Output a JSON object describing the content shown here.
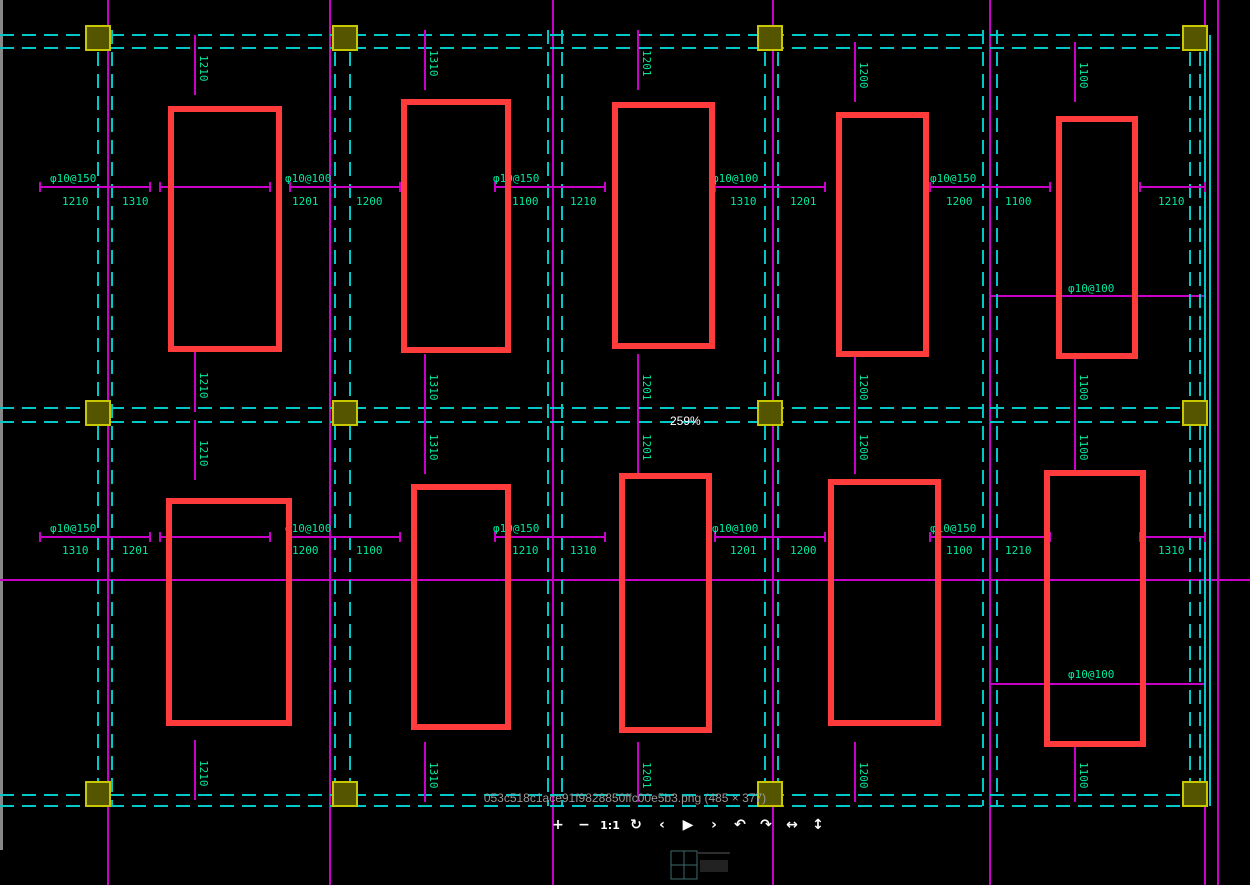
{
  "viewer": {
    "zoom_label": "259%",
    "file_caption": "053c518c1ace91f9828850ffc00e5b3.png (485 × 377)",
    "toolbar": [
      {
        "name": "zoom-in-button",
        "glyph": "+"
      },
      {
        "name": "zoom-out-button",
        "glyph": "−"
      },
      {
        "name": "actual-size-button",
        "glyph": "1:1"
      },
      {
        "name": "refresh-icon",
        "glyph": "↻"
      },
      {
        "name": "previous-button",
        "glyph": "‹"
      },
      {
        "name": "play-slideshow-button",
        "glyph": "▶"
      },
      {
        "name": "next-button",
        "glyph": "›"
      },
      {
        "name": "rotate-left-button",
        "glyph": "↶"
      },
      {
        "name": "rotate-right-button",
        "glyph": "↷"
      },
      {
        "name": "flip-horizontal-button",
        "glyph": "↔"
      },
      {
        "name": "flip-vertical-button",
        "glyph": "↕"
      }
    ]
  },
  "drawing": {
    "colors": {
      "background": "#000000",
      "beam": "#00c8c8",
      "rebar": "#c800c8",
      "annotation": "#00e8a0",
      "column": "#c8c800",
      "highlight": "#ff3b3b"
    },
    "rebar_labels": [
      "φ10@150",
      "φ10@100"
    ],
    "dimension_labels": [
      "1210",
      "1310",
      "1201",
      "1200",
      "1100"
    ]
  }
}
